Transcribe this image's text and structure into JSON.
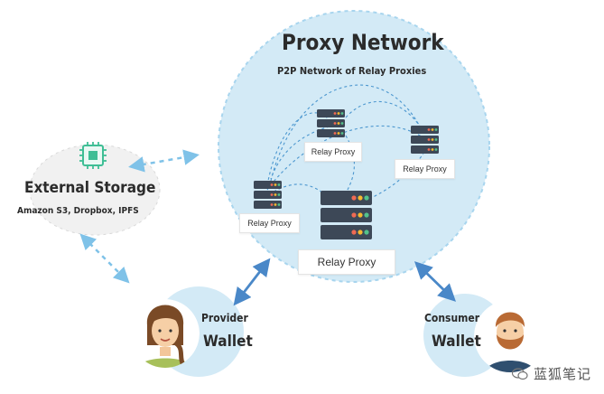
{
  "proxy_network": {
    "title": "Proxy Network",
    "subtitle": "P2P Network of Relay Proxies"
  },
  "nodes": {
    "top": "Relay Proxy",
    "right": "Relay Proxy",
    "left": "Relay Proxy",
    "main": "Relay Proxy"
  },
  "external_storage": {
    "title": "External Storage",
    "subtitle": "Amazon S3, Dropbox, IPFS"
  },
  "provider": {
    "role": "Provider",
    "label": "Wallet"
  },
  "consumer": {
    "role": "Consumer",
    "label": "Wallet"
  },
  "watermark": "蓝狐笔记",
  "colors": {
    "bubble": "#d3eaf6",
    "bubble_border": "#9fd0ec",
    "arrow": "#4a88c8",
    "dash": "#6bb4e0",
    "server": "#3d4857"
  }
}
